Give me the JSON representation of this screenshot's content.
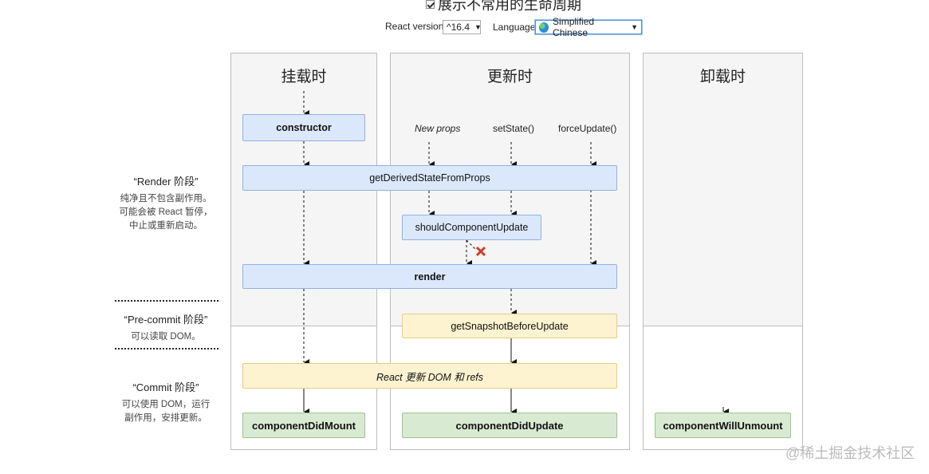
{
  "header": {
    "show_rare_checkbox_label": "展示不常用的生命周期",
    "react_version_label": "React version",
    "react_version_value": "^16.4",
    "language_label": "Language",
    "language_value": "Simplified Chinese"
  },
  "columns": {
    "mounting": "挂载时",
    "updating": "更新时",
    "unmounting": "卸载时"
  },
  "phases": {
    "render": {
      "title": "“Render 阶段”",
      "desc": [
        "纯净且不包含副作用。",
        "可能会被 React 暂停，",
        "中止或重新启动。"
      ]
    },
    "precommit": {
      "title": "“Pre-commit 阶段”",
      "desc": [
        "可以读取 DOM。"
      ]
    },
    "commit": {
      "title": "“Commit 阶段”",
      "desc": [
        "可以使用 DOM，运行",
        "副作用，安排更新。"
      ]
    }
  },
  "triggers": {
    "new_props": "New props",
    "set_state": "setState()",
    "force_update": "forceUpdate()"
  },
  "methods": {
    "constructor": "constructor",
    "get_derived_state": "getDerivedStateFromProps",
    "should_update": "shouldComponentUpdate",
    "render": "render",
    "get_snapshot": "getSnapshotBeforeUpdate",
    "react_updates_dom": "React 更新 DOM 和 refs",
    "did_mount": "componentDidMount",
    "did_update": "componentDidUpdate",
    "will_unmount": "componentWillUnmount"
  },
  "watermark": "@稀土掘金技术社区",
  "colors": {
    "render_phase": "#dbe8fb",
    "precommit_phase": "#fdf3d0",
    "commit_phase": "#d9ead3",
    "stop_mark": "#d23a2a"
  }
}
